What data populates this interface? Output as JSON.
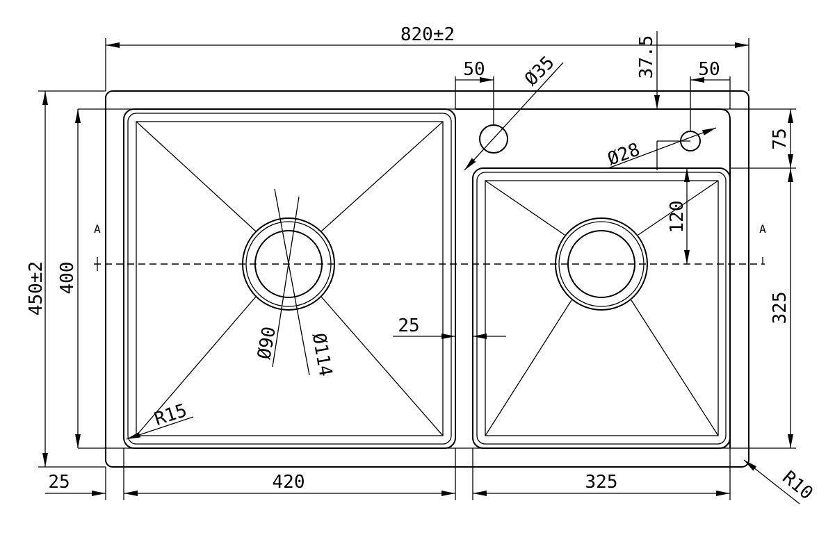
{
  "title": "Double bowl sink top view drawing",
  "dimensions": {
    "overall_width": "820±2",
    "overall_depth": "450±2",
    "inner_depth": "400",
    "left_bowl_width": "420",
    "right_bowl_width": "325",
    "right_bowl_depth": "325",
    "left_margin": "25",
    "divider": "25",
    "tap_hole_offset_1": "50",
    "tap_hole_offset_2": "50",
    "tap_hole_1_diameter": "Ø35",
    "tap_hole_2_diameter": "Ø28",
    "tap_hole_2_from_edge": "37.5",
    "deck_depth": "75",
    "drain_offset": "120",
    "drain_inner_diameter": "Ø90",
    "drain_outer_diameter": "Ø114",
    "bowl_corner_radius": "R15",
    "outer_corner_radius": "R10"
  },
  "section_marks": [
    "A",
    "A"
  ]
}
